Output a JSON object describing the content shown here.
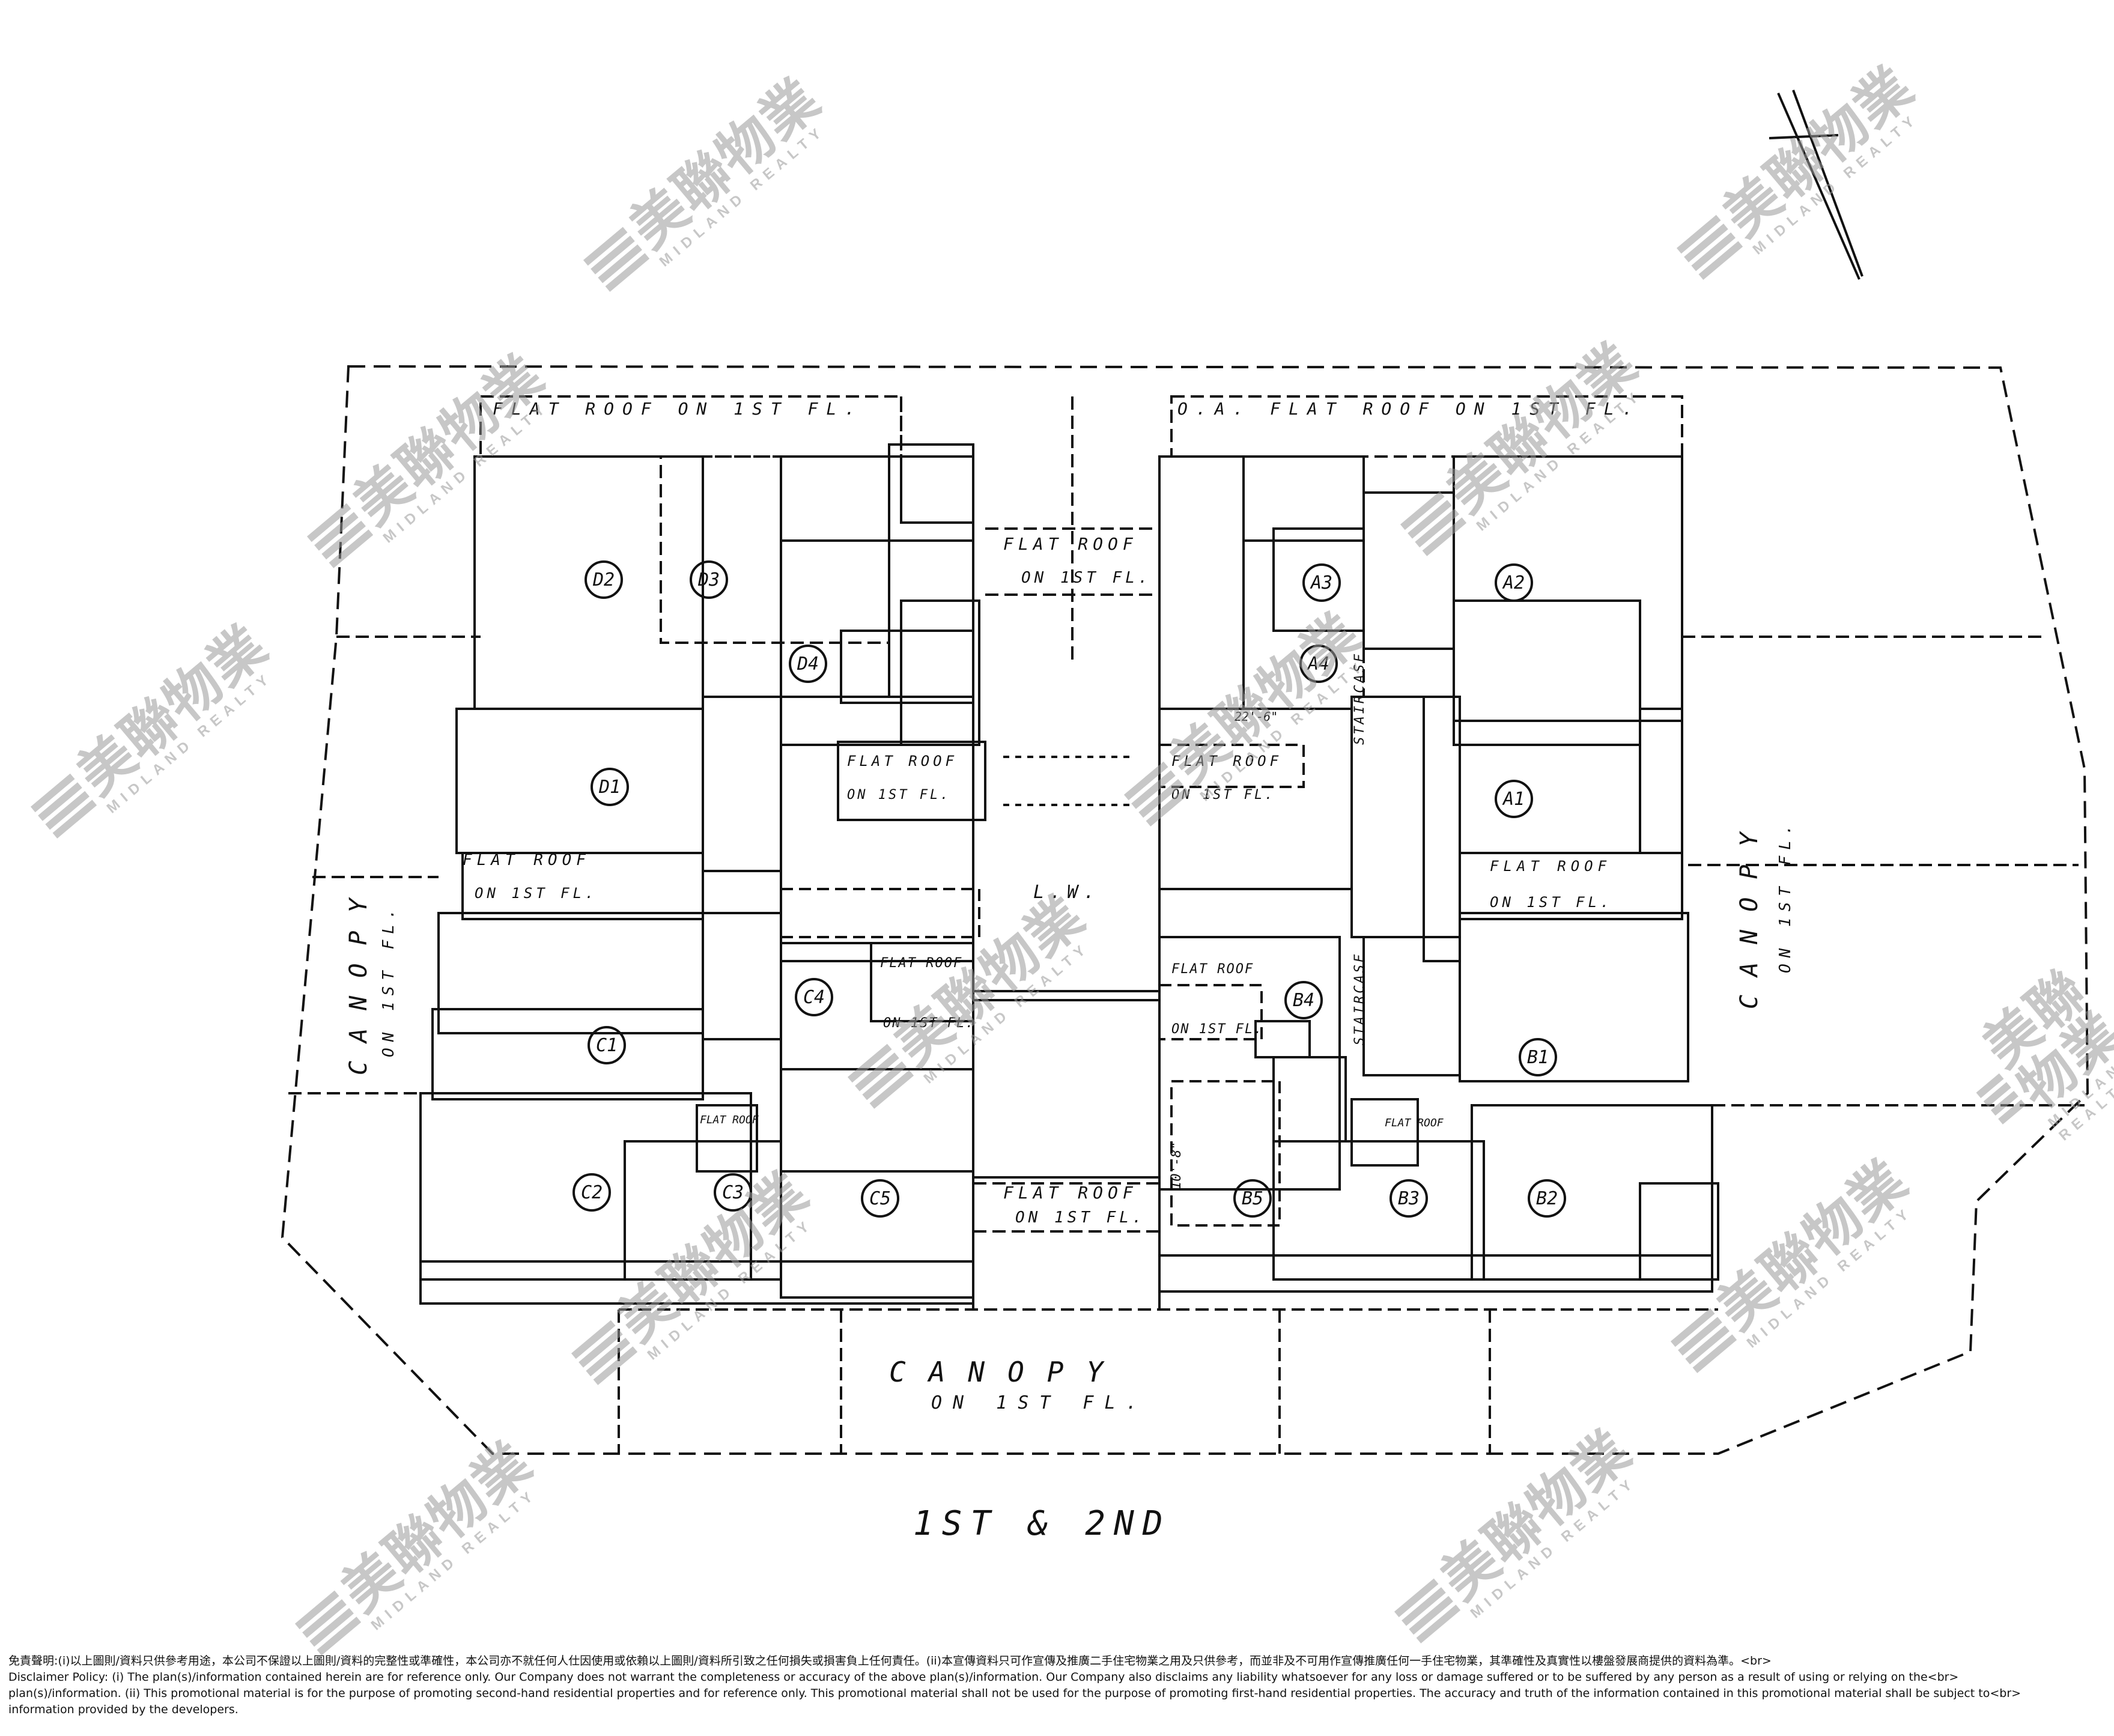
{
  "plan": {
    "floor_caption": "1ST & 2ND",
    "units": [
      "D2",
      "D3",
      "D4",
      "D1",
      "C4",
      "C1",
      "C2",
      "C3",
      "C5",
      "A3",
      "A2",
      "A4",
      "A1",
      "B4",
      "B1",
      "B5",
      "B3",
      "B2"
    ],
    "lw_label": "L.W.",
    "flat_roof_top_left": "FLAT ROOF ON 1ST FL.",
    "flat_roof_top_right": "O.A. FLAT ROOF ON 1ST FL.",
    "flat_roof_center_top": "FLAT ROOF",
    "on_1st_fl": "ON 1ST FL.",
    "flat_roof": "FLAT ROOF",
    "flat_roof_center_bottom": "FLAT ROOF",
    "canopy": "CANOPY",
    "canopy_on_1st_fl": "ON 1ST FL.",
    "staircase": "STAIRCASE",
    "dimension_right": "22'-6\"",
    "dimension_bottom": "10'-8\""
  },
  "watermark": {
    "chinese": "美聯物業",
    "english": "MIDLAND REALTY"
  },
  "disclaimer": {
    "line1": "免責聲明:(i)以上圖則/資料只供參考用途，本公司不保證以上圖則/資料的完整性或準確性，本公司亦不就任何人仕因使用或依賴以上圖則/資料所引致之任何損失或損害負上任何責任。(ii)本宣傳資料只可作宣傳及推廣二手住宅物業之用及只供參考，而並非及不可用作宣傳推廣任何一手住宅物業，其準確性及真實性以樓盤發展商提供的資料為準。<br>",
    "line2": "Disclaimer Policy: (i) The plan(s)/information contained herein are for reference only. Our Company does not warrant the completeness or accuracy of the above plan(s)/information. Our Company also disclaims any liability whatsoever for any loss or damage suffered or to be suffered by any person as a result of using or relying on the<br>",
    "line3": "plan(s)/information. (ii) This promotional material is for the purpose of promoting second-hand residential properties and for reference only. This promotional material shall not be used for the purpose of promoting first-hand residential properties. The accuracy and truth of the information contained in this promotional material shall be subject to<br>",
    "line4": "information provided by the developers."
  }
}
